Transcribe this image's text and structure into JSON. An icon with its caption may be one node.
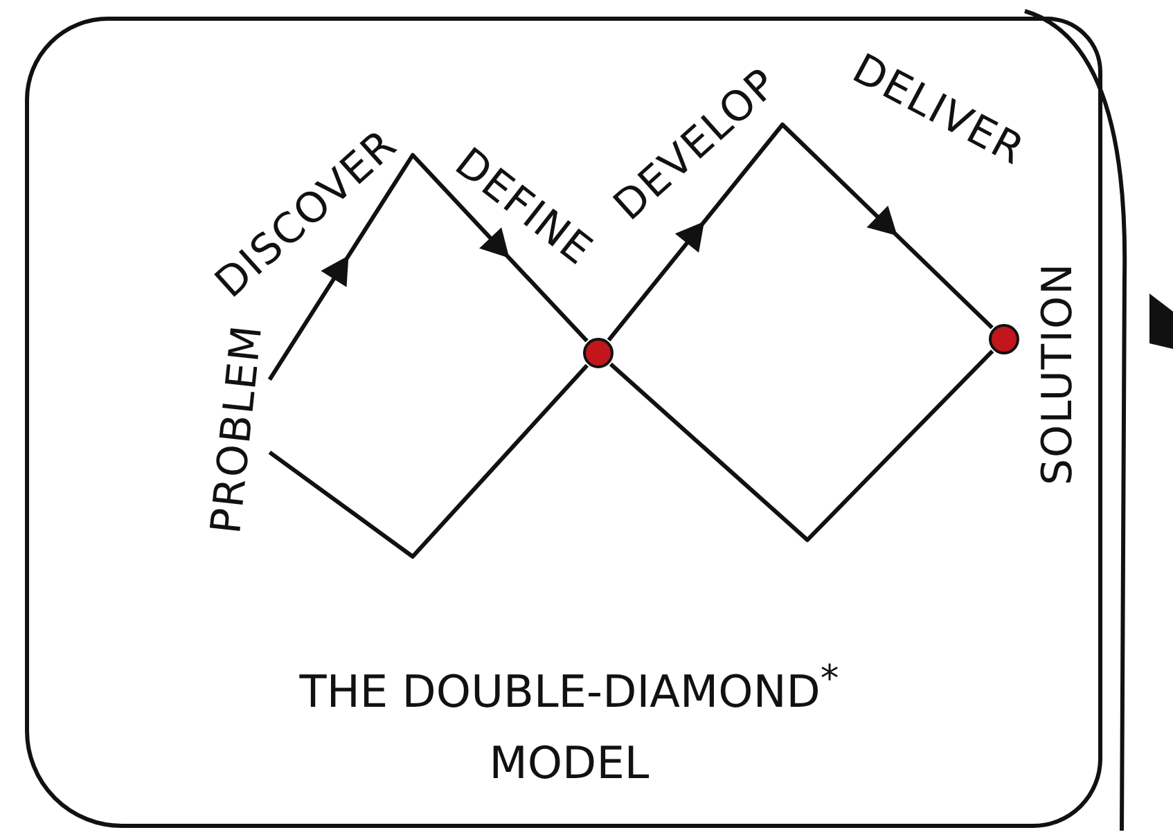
{
  "diagram": {
    "nodes": [
      {
        "text": [
          "THE DOUBLE-DIAMOND$^{*}$ MODEL"
        ]
      },
      {
        "text": [
          "PROBLEM"
        ],
        "in": 0
      },
      {
        "text": [],
        "shape": "circle",
        "in": 0
      },
      {
        "text": [],
        "shape": "circle",
        "in": 0
      }
    ],
    "edges": [
      {
        "from": 1,
        "to": 2,
        "arrow": "to"
      },
      {
        "from": 1,
        "to": 2,
        "arrow": "none"
      },
      {
        "from": 2,
        "to": 3,
        "arrow": "to"
      },
      {
        "from": 2,
        "to": 3,
        "arrow": "none"
      }
    ],
    "labels": [
      "DISCOVER",
      "DEFINE",
      "DEVELOP",
      "DELIVER",
      "SOLUTION"
    ]
  }
}
